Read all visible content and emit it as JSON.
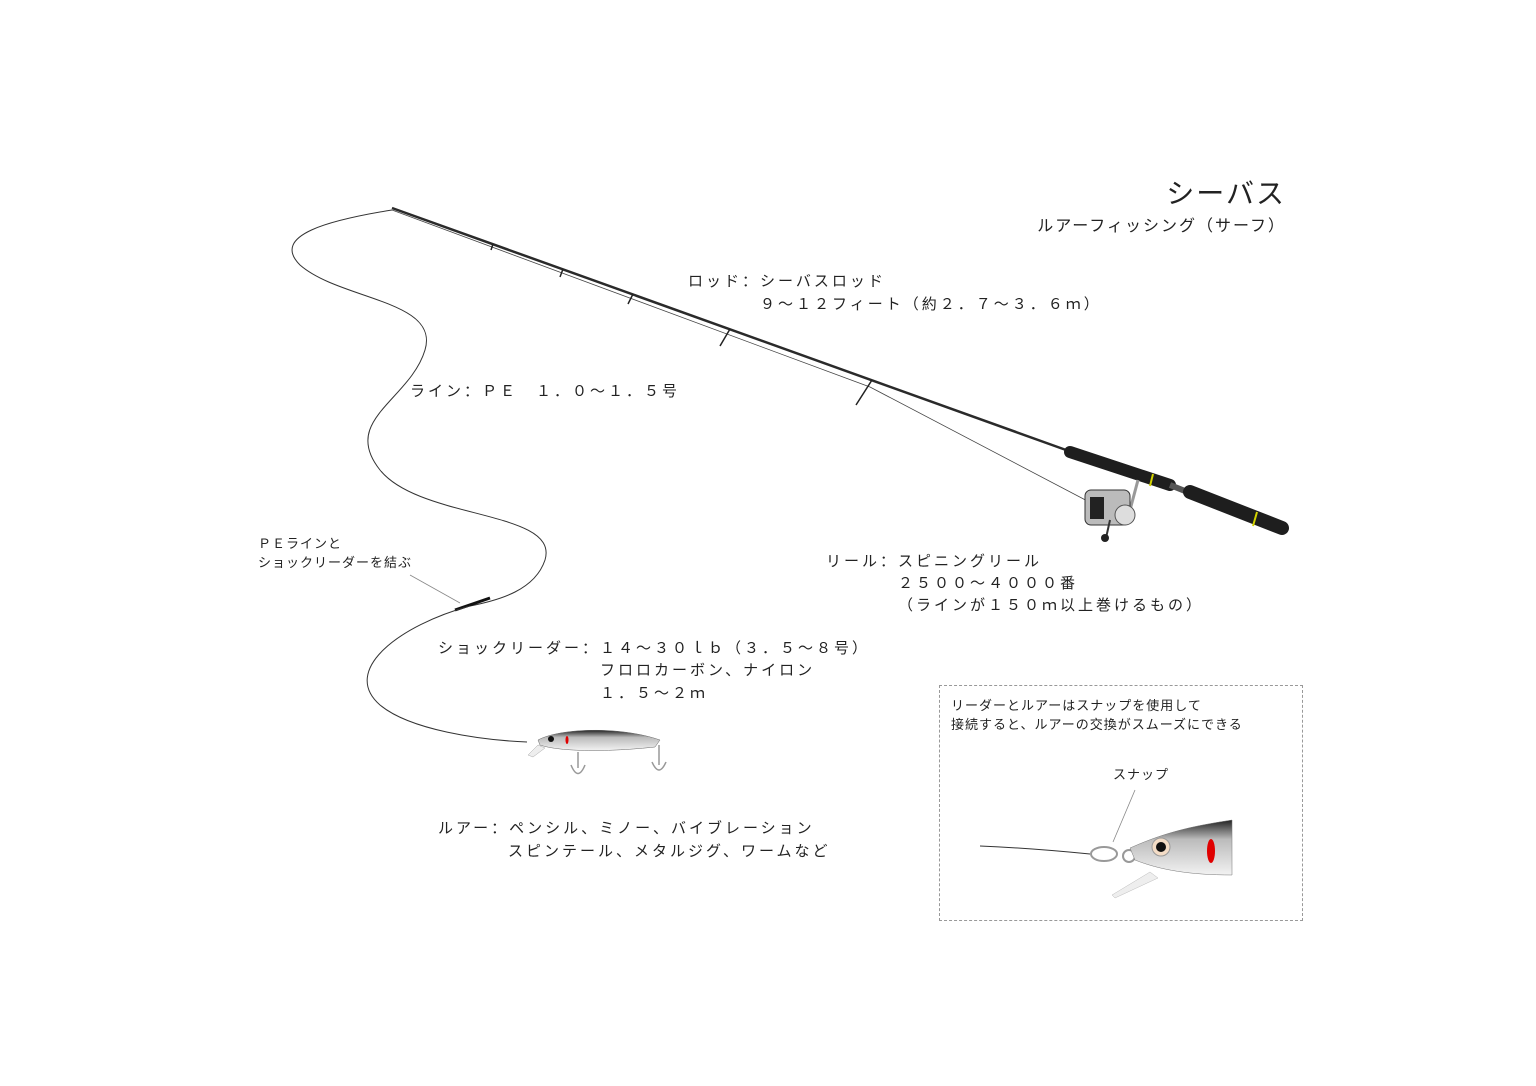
{
  "title": "シーバス",
  "subtitle": "ルアーフィッシング（サーフ）",
  "rod": {
    "label": "ロッド：シーバスロッド",
    "spec": "９～１２フィート（約２．７～３．６ｍ）"
  },
  "line": {
    "label": "ライン：ＰＥ　１．０～１．５号"
  },
  "knot_note": {
    "line1": "ＰＥラインと",
    "line2": "ショックリーダーを結ぶ"
  },
  "reel": {
    "label": "リール：スピニングリール",
    "spec1": "２５００～４０００番",
    "spec2": "（ラインが１５０ｍ以上巻けるもの）"
  },
  "leader": {
    "label": "ショックリーダー：１４～３０ｌｂ（３．５～８号）",
    "spec1": "フロロカーボン、ナイロン",
    "spec2": "１．５～２ｍ"
  },
  "lure": {
    "label": "ルアー：ペンシル、ミノー、バイブレーション",
    "spec": "スピンテール、メタルジグ、ワームなど"
  },
  "inset": {
    "line1": "リーダーとルアーはスナップを使用して",
    "line2": "接続すると、ルアーの交換がスムーズにできる",
    "snap_label": "スナップ"
  },
  "colors": {
    "rod": "#2a2a2a",
    "grip": "#1e1e1e",
    "accent": "#d4d400",
    "lure_eye_mark": "#e00000"
  }
}
